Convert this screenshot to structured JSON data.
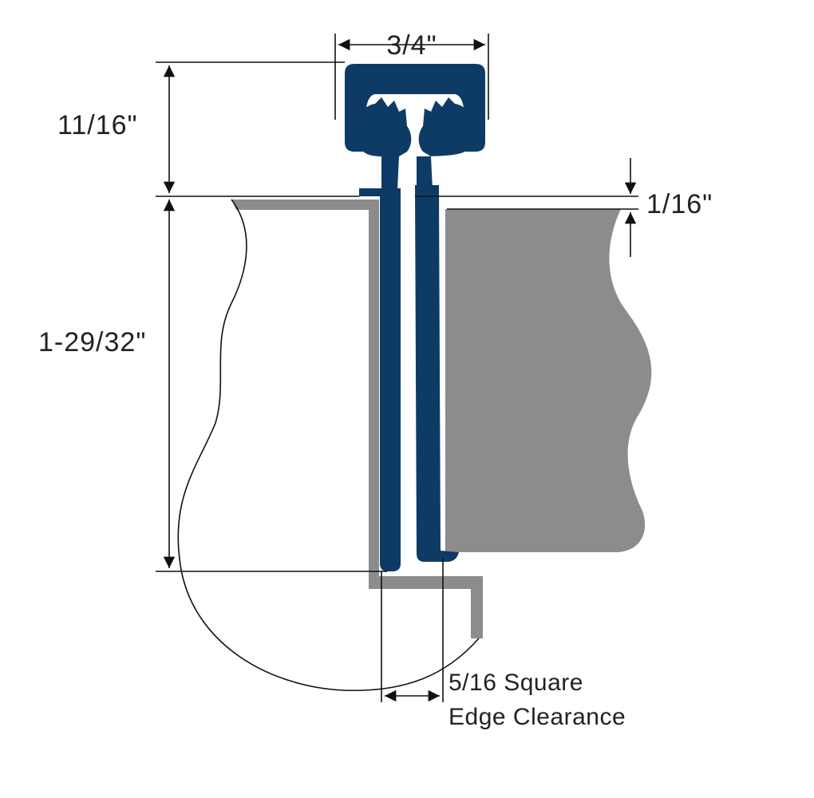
{
  "dimensions": {
    "width_top": "3/4\"",
    "cap_height": "11/16\"",
    "gap": "1/16\"",
    "leaf_height": "1-29/32\"",
    "clearance_line1": "5/16 Square",
    "clearance_line2": "Edge Clearance"
  },
  "colors": {
    "hinge": "#0d3b66",
    "door": "#8c8c8c",
    "line": "#111111",
    "text": "#222222"
  }
}
